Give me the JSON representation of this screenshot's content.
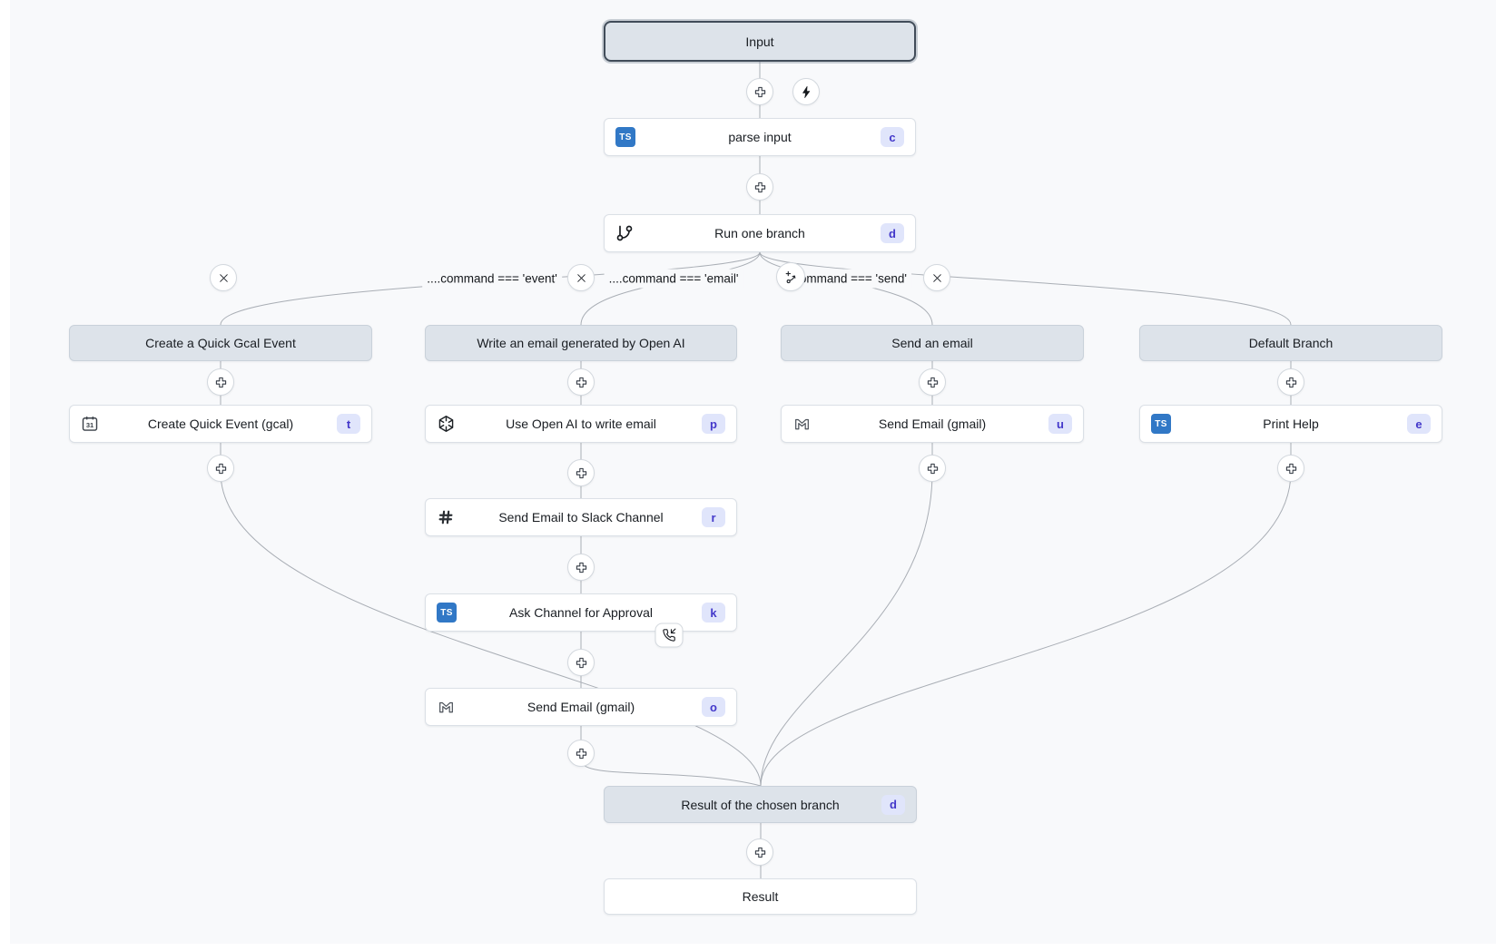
{
  "colors": {
    "background": "#f8f9fb",
    "header_node_bg": "#dde3ea",
    "badge_bg": "#e0e5fb",
    "badge_text": "#4338ca",
    "typescript_blue": "#3178c6",
    "edge": "#a9aeb5"
  },
  "icons": {
    "ts_glyph": "TS",
    "parse_input": "typescript-icon",
    "run_one_branch": "git-branch-icon",
    "create_quick_event": "calendar-icon",
    "use_openai": "openai-icon",
    "send_slack": "slack-icon",
    "ask_approval": "typescript-icon",
    "send_gmail": "gmail-icon",
    "print_help": "typescript-icon",
    "insert": "plus-icon",
    "trigger": "lightning-icon",
    "delete_branch": "x-icon",
    "add_branch": "branch-plus-icon",
    "suspend": "phone-incoming-icon"
  },
  "flow": {
    "input_label": "Input",
    "steps": {
      "parse_input": {
        "label": "parse input",
        "badge": "c"
      },
      "run_one_branch": {
        "label": "Run one branch",
        "badge": "d"
      },
      "create_quick_event": {
        "label": "Create Quick Event (gcal)",
        "badge": "t"
      },
      "use_openai": {
        "label": "Use Open AI to write email",
        "badge": "p"
      },
      "send_slack": {
        "label": "Send Email to Slack Channel",
        "badge": "r"
      },
      "ask_approval": {
        "label": "Ask Channel for Approval",
        "badge": "k"
      },
      "send_gmail_mid": {
        "label": "Send Email (gmail)",
        "badge": "o"
      },
      "send_gmail_right": {
        "label": "Send Email (gmail)",
        "badge": "u"
      },
      "print_help": {
        "label": "Print Help",
        "badge": "e"
      },
      "result_of_chosen": {
        "label": "Result of the chosen branch",
        "badge": "d"
      },
      "result": {
        "label": "Result"
      }
    },
    "branches": {
      "headers": [
        "Create a Quick Gcal Event",
        "Write an email generated by Open AI",
        "Send an email",
        "Default Branch"
      ],
      "conditions": [
        "....command === 'event'",
        "....command === 'email'",
        "....command === 'send'"
      ]
    }
  }
}
